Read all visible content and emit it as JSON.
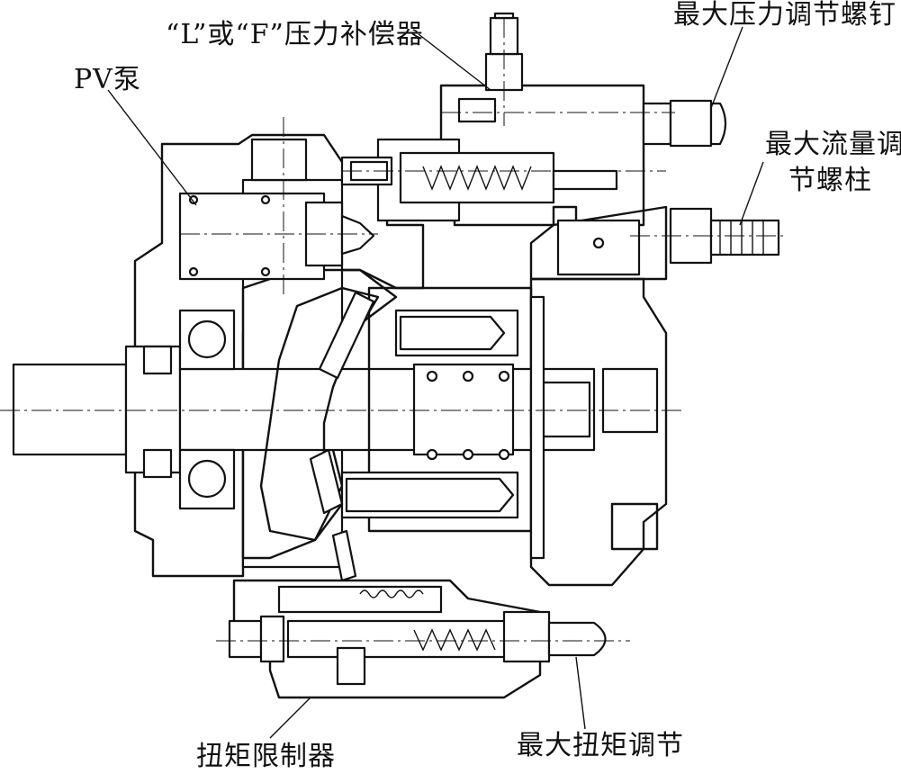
{
  "diagram": {
    "labels": {
      "pv_pump": "PV泵",
      "lf_compensator": "“L”或“F”压力补偿器",
      "max_pressure_screw": "最大压力调节螺钉",
      "max_flow_stud_line1": "最大流量调",
      "max_flow_stud_line2": "节螺柱",
      "torque_limiter": "扭矩限制器",
      "max_torque_adjust": "最大扭矩调节"
    },
    "colors": {
      "line": "#111111",
      "background": "#ffffff"
    }
  }
}
